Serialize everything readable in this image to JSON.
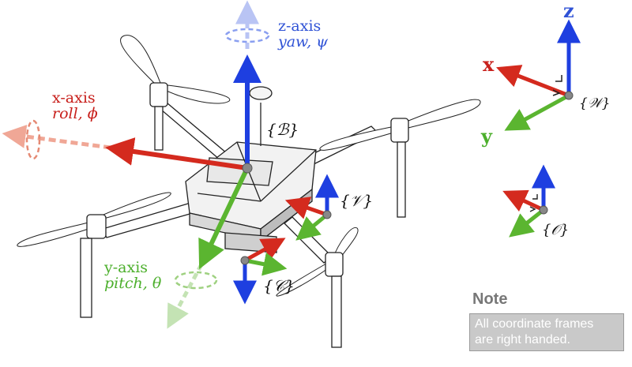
{
  "drone_axes": {
    "x_axis": {
      "name": "x-axis",
      "angle": "roll, ϕ"
    },
    "y_axis": {
      "name": "y-axis",
      "angle": "pitch, θ"
    },
    "z_axis": {
      "name": "z-axis",
      "angle": "yaw, ψ"
    }
  },
  "frames": {
    "body": "{ℬ}",
    "vehicle": "{𝒱}",
    "camera": "{𝒞}",
    "world": "{𝒲}",
    "object": "{𝒪}"
  },
  "world_axes": {
    "x": "x",
    "y": "y",
    "z": "z"
  },
  "note": {
    "title": "Note",
    "lines": [
      "All coordinate frames",
      "are right handed."
    ]
  },
  "colors": {
    "x": "#d42a1e",
    "y": "#5bb530",
    "z": "#1e3fe0",
    "origin": "#888888"
  }
}
